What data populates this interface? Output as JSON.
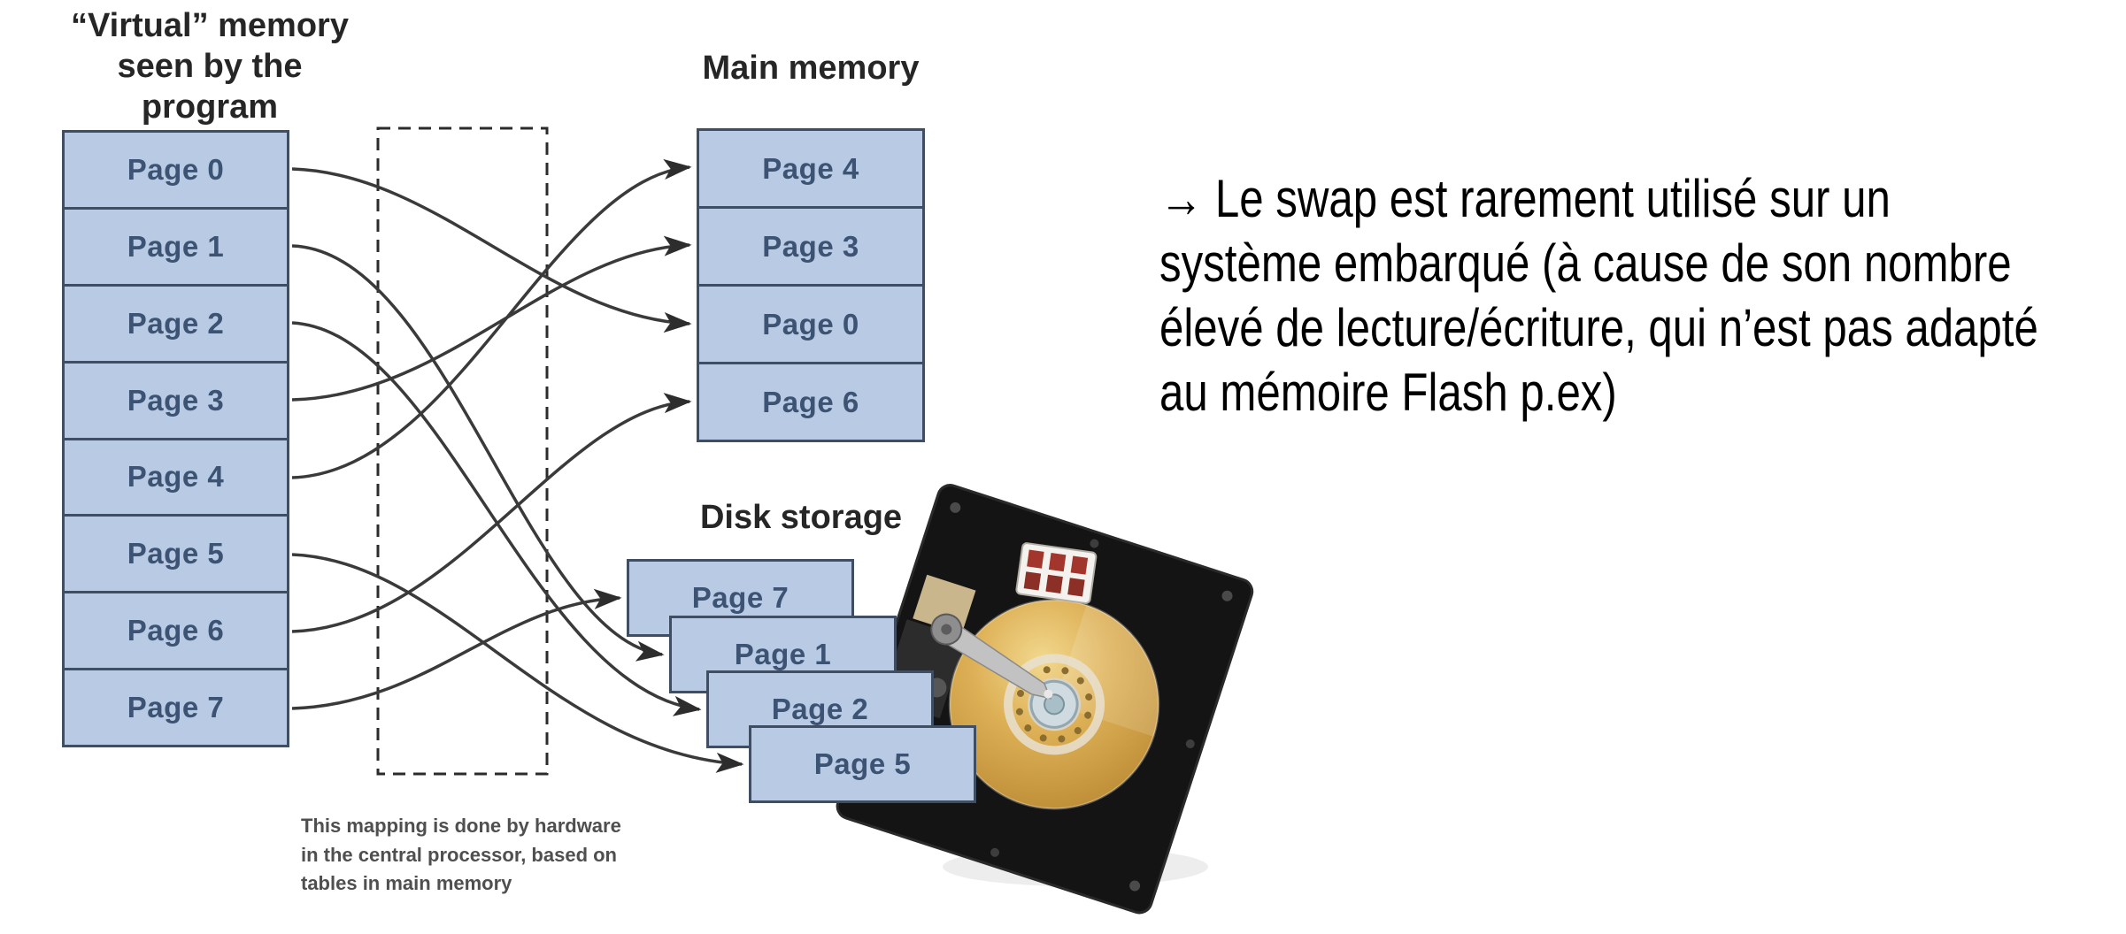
{
  "virtual_memory": {
    "title_line1": "“Virtual” memory",
    "title_line2": "seen by the program",
    "pages": [
      "Page 0",
      "Page 1",
      "Page 2",
      "Page 3",
      "Page 4",
      "Page 5",
      "Page 6",
      "Page 7"
    ]
  },
  "main_memory": {
    "title": "Main memory",
    "pages": [
      "Page 4",
      "Page 3",
      "Page 0",
      "Page 6"
    ]
  },
  "disk_storage": {
    "title": "Disk storage",
    "pages": [
      "Page 7",
      "Page 1",
      "Page 2",
      "Page 5"
    ]
  },
  "caption": {
    "line1": "This mapping is done by hardware",
    "line2": "in the central processor, based on",
    "line3": "tables in main memory"
  },
  "note": {
    "line1": "→ Le swap est rarement utilisé sur un",
    "line2": "système embarqué (à cause de son nombre",
    "line3": "élevé de lecture/écriture, qui n’est pas adapté",
    "line4": "au mémoire Flash p.ex)"
  },
  "mappings": [
    {
      "virtual": "Page 0",
      "maps_to": "Main memory / Page 0"
    },
    {
      "virtual": "Page 1",
      "maps_to": "Disk storage / Page 1"
    },
    {
      "virtual": "Page 2",
      "maps_to": "Disk storage / Page 2"
    },
    {
      "virtual": "Page 3",
      "maps_to": "Main memory / Page 3"
    },
    {
      "virtual": "Page 4",
      "maps_to": "Main memory / Page 4"
    },
    {
      "virtual": "Page 5",
      "maps_to": "Disk storage / Page 5"
    },
    {
      "virtual": "Page 6",
      "maps_to": "Main memory / Page 6"
    },
    {
      "virtual": "Page 7",
      "maps_to": "Disk storage / Page 7"
    }
  ],
  "icons": {
    "hdd_photo": "hard-disk-drive-photo",
    "note_arrow": "→"
  },
  "colors": {
    "box_fill": "#b9cbe4",
    "box_border": "#3f4e63",
    "box_label": "#3d5373",
    "arrow_line": "#3a3a3a",
    "dashed_box": "#2b2b2b",
    "title_text": "#262626",
    "caption_text": "#4f4f4f",
    "note_text": "#000000",
    "hdd_body": "#141414",
    "hdd_platter_gold": "#d8ab4f"
  }
}
